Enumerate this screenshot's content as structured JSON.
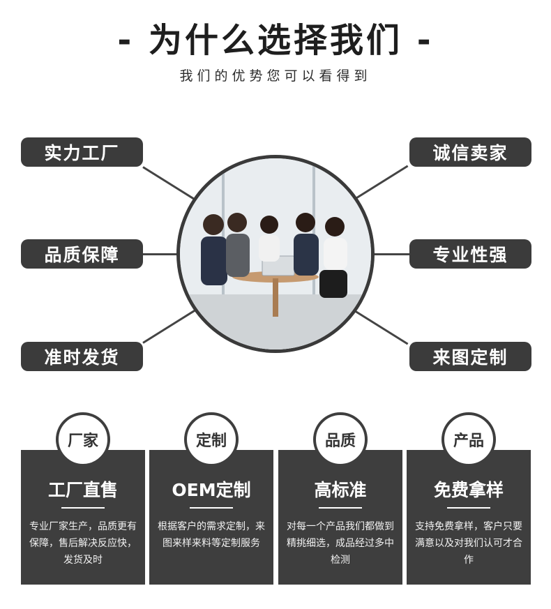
{
  "header": {
    "title": "- 为什么选择我们 -",
    "subtitle": "我们的优势您可以看得到"
  },
  "advantages": {
    "left": [
      "实力工厂",
      "品质保障",
      "准时发货"
    ],
    "right": [
      "诚信卖家",
      "专业性强",
      "来图定制"
    ]
  },
  "cards": [
    {
      "badge": "厂家",
      "heading": "工厂直售",
      "desc": "专业厂家生产，品质更有保障，售后解决反应快，发货及时"
    },
    {
      "badge": "定制",
      "heading": "OEM定制",
      "desc": "根据客户的需求定制，来图来样来料等定制服务"
    },
    {
      "badge": "品质",
      "heading": "高标准",
      "desc": "对每一个产品我们都做到精挑细选，成品经过多中检测"
    },
    {
      "badge": "产品",
      "heading": "免费拿样",
      "desc": "支持免费拿样，客户只要满意以及对我们认可才合作"
    }
  ],
  "colors": {
    "dark": "#3b3b3b",
    "background": "#ffffff"
  }
}
